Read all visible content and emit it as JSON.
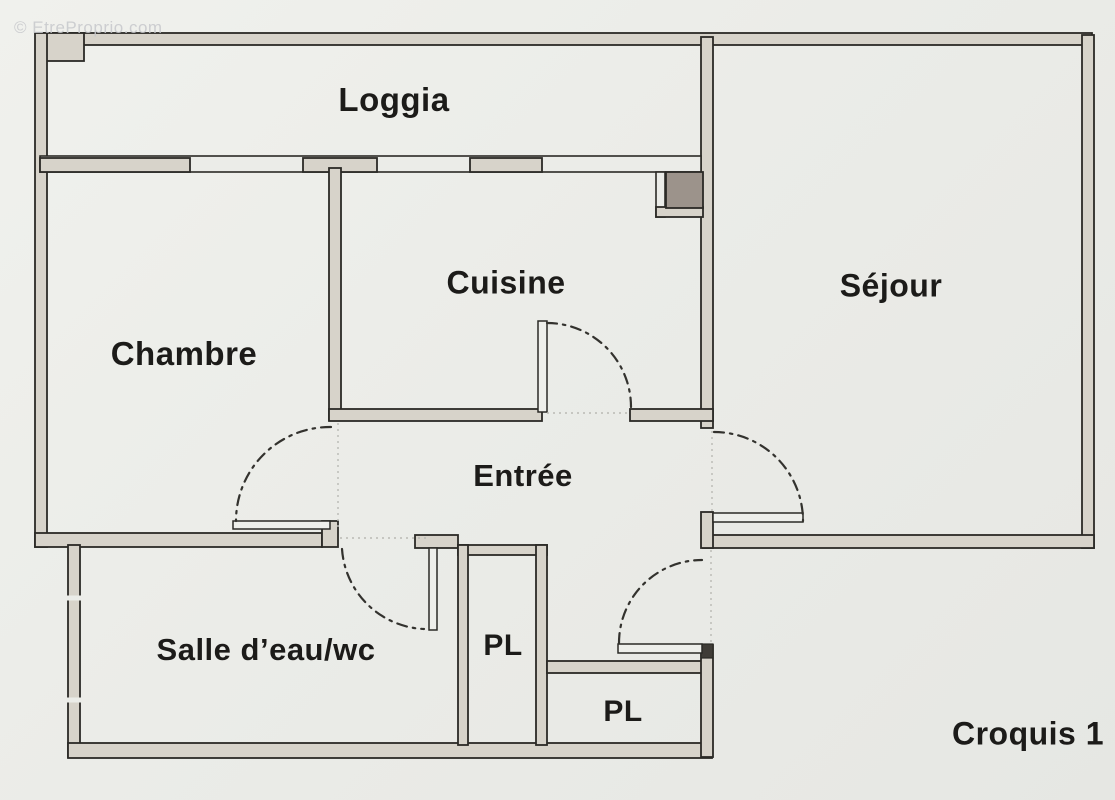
{
  "watermark": "© EtreProprio.com",
  "caption": "Croquis 1",
  "rooms": [
    {
      "id": "loggia",
      "label": "Loggia"
    },
    {
      "id": "chambre",
      "label": "Chambre"
    },
    {
      "id": "cuisine",
      "label": "Cuisine"
    },
    {
      "id": "sejour",
      "label": "Séjour"
    },
    {
      "id": "entree",
      "label": "Entrée"
    },
    {
      "id": "salle-deau",
      "label": "Salle d’eau/wc"
    },
    {
      "id": "placard-1",
      "label": "PL"
    },
    {
      "id": "placard-2",
      "label": "PL"
    }
  ],
  "colors": {
    "paper": "#ebece8",
    "wall_fill": "#d7d3ca",
    "line": "#2b2a26",
    "duct_fill": "#9c938b",
    "text": "#1c1b19",
    "watermark": "#c7c8cc"
  }
}
